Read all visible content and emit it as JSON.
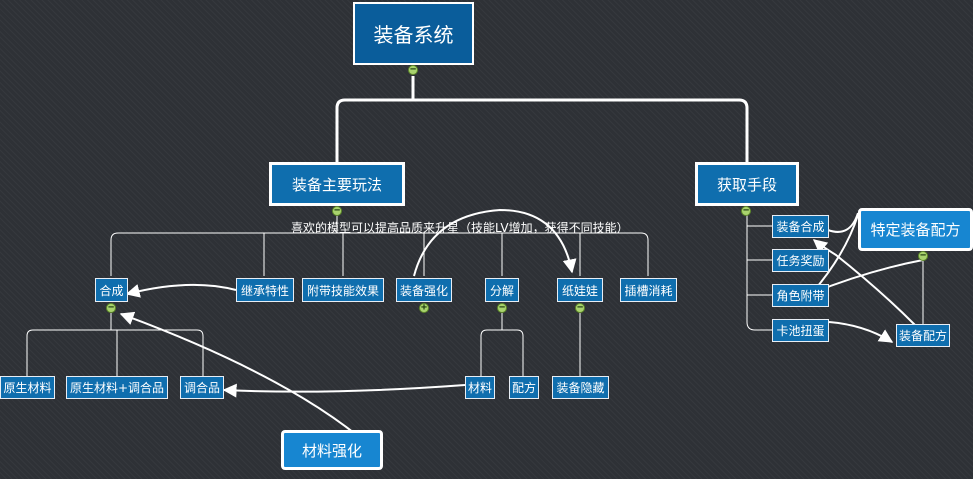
{
  "root": {
    "label": "装备系统"
  },
  "branches": {
    "gameplay": {
      "label": "装备主要玩法",
      "note": "喜欢的模型可以提高品质来升星（技能LV增加，获得不同技能）",
      "children": {
        "compose": "合成",
        "inherit": "继承特性",
        "attached_skill": "附带技能效果",
        "enhance": "装备强化",
        "decompose": "分解",
        "doll": "纸娃娃",
        "slot_cost": "插槽消耗"
      },
      "compose_children": {
        "raw": "原生材料",
        "raw_plus": "原生材料+调合品",
        "blend": "调合品"
      },
      "decompose_children": {
        "material": "材料",
        "recipe": "配方"
      },
      "doll_children": {
        "hide": "装备隐藏"
      },
      "material_enhance": "材料强化"
    },
    "acquire": {
      "label": "获取手段",
      "children": {
        "craft": "装备合成",
        "quest": "任务奖励",
        "char": "角色附带",
        "gacha": "卡池扭蛋"
      },
      "special_recipe": "特定装备配方",
      "recipe": "装备配方"
    }
  },
  "toggle_symbols": {
    "collapse": "−",
    "expand": "+"
  },
  "colors": {
    "node_fill": "#0f6eae",
    "callout_fill": "#1786d1",
    "toggle": "#a9d36e",
    "line": "#ffffff",
    "background": "#2e3136"
  }
}
